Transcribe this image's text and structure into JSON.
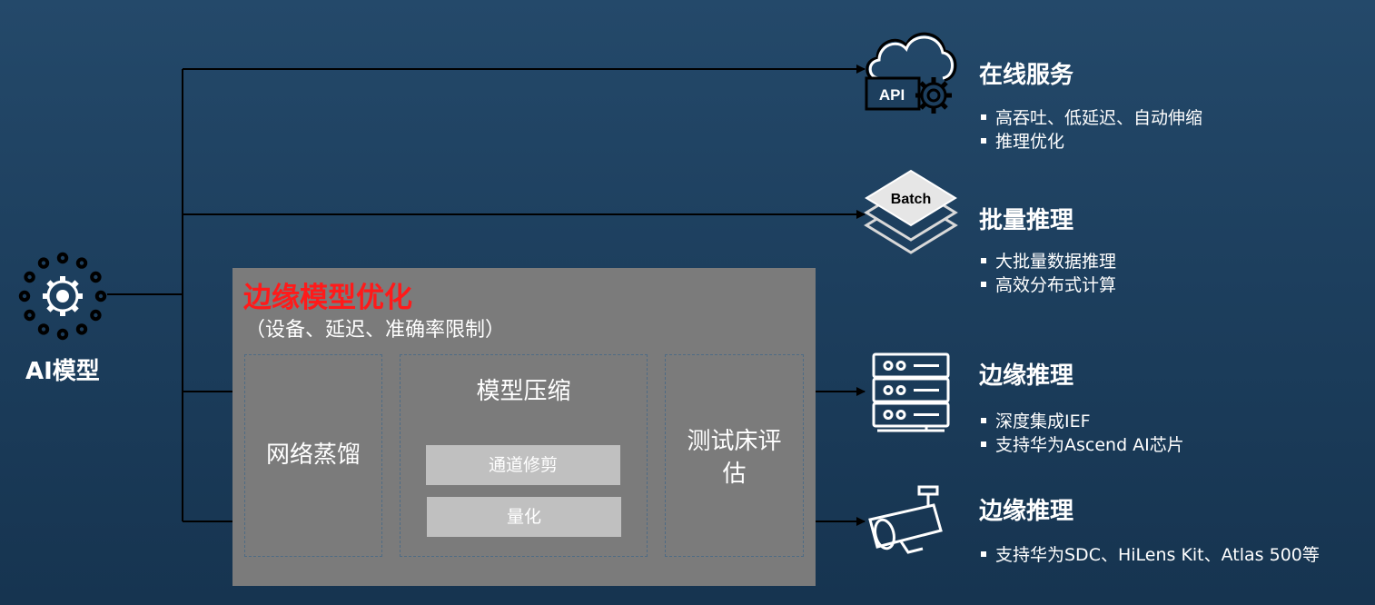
{
  "source": {
    "label": "AI模型",
    "icon": "gear-ring-icon"
  },
  "edge_optimization": {
    "title": "边缘模型优化",
    "subtitle": "（设备、延迟、准确率限制）",
    "stages": {
      "distillation": "网络蒸馏",
      "compression": {
        "title": "模型压缩",
        "sub_items": [
          "通道修剪",
          "量化"
        ]
      },
      "testbed": [
        "测试床评",
        "估"
      ]
    }
  },
  "outputs": [
    {
      "icon": "cloud-api-gear-icon",
      "icon_text": "API",
      "title": "在线服务",
      "bullets": [
        "高吞吐、低延迟、自动伸缩",
        "推理优化"
      ]
    },
    {
      "icon": "batch-layers-icon",
      "icon_text": "Batch",
      "title": "批量推理",
      "bullets": [
        "大批量数据推理",
        "高效分布式计算"
      ]
    },
    {
      "icon": "server-rack-icon",
      "title": "边缘推理",
      "bullets": [
        "深度集成IEF",
        "支持华为Ascend AI芯片"
      ]
    },
    {
      "icon": "camera-icon",
      "title": "边缘推理",
      "bullets": [
        "支持华为SDC、HiLens Kit、Atlas 500等"
      ]
    }
  ],
  "colors": {
    "background": "#1d3f5e",
    "panel": "#7b7b7b",
    "panel_title": "#ff1a1a",
    "sub_bar": "#c0c0c0",
    "line": "#000000"
  }
}
